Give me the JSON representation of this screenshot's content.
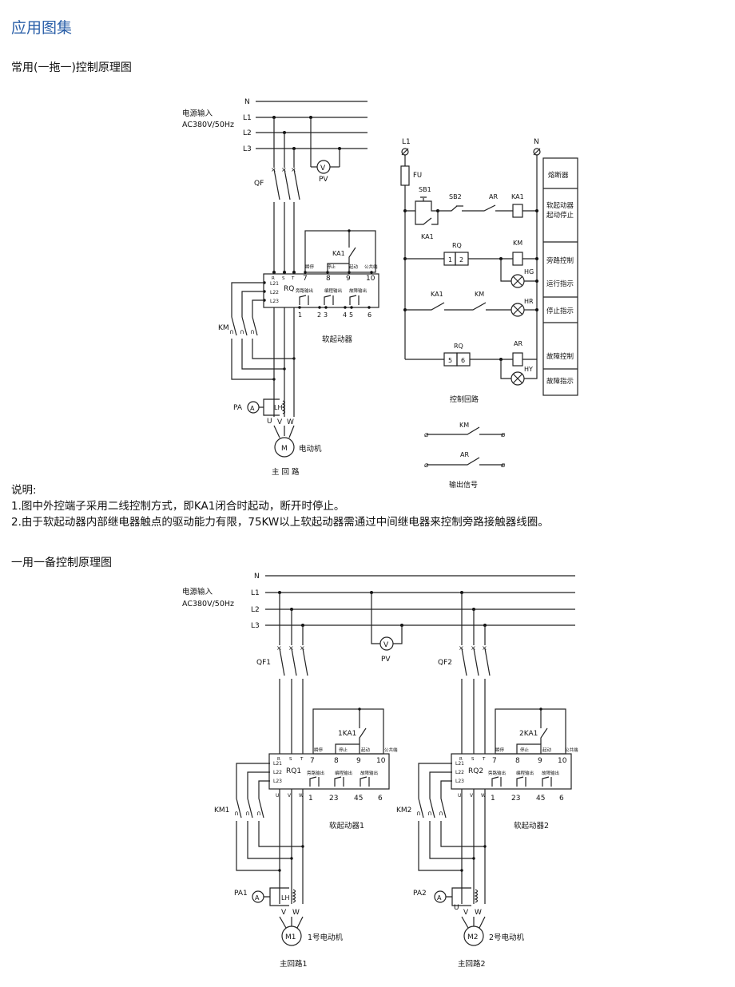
{
  "page": {
    "title": "应用图集",
    "section1_title": "常用(一拖一)控制原理图",
    "section2_title": "一用一备控制原理图"
  },
  "labels": {
    "power_input": "电源输入",
    "power_spec": "AC380V/50Hz",
    "N": "N",
    "L1": "L1",
    "L2": "L2",
    "L3": "L3",
    "QF": "QF",
    "QF1": "QF1",
    "QF2": "QF2",
    "V": "V",
    "PV": "PV",
    "RQ": "RQ",
    "RQ1": "RQ1",
    "RQ2": "RQ2",
    "R": "R",
    "S": "S",
    "T": "T",
    "L21": "L21",
    "L22": "L22",
    "L23": "L23",
    "U": "U",
    "W": "W",
    "stop_instant": "瞬停",
    "stop": "停止",
    "start": "起动",
    "common": "公共端",
    "bypass_out": "旁路输出",
    "prog_out": "编程输出",
    "fault_out": "故障输出",
    "t7": "7",
    "t8": "8",
    "t9": "9",
    "t10": "10",
    "t1": "1",
    "t2": "2",
    "t3": "3",
    "t4": "4",
    "t5": "5",
    "t6": "6",
    "t23": "23",
    "t45": "45",
    "KA1": "KA1",
    "1KA1": "1KA1",
    "2KA1": "2KA1",
    "KM": "KM",
    "KM1": "KM1",
    "KM2": "KM2",
    "PA": "PA",
    "PA1": "PA1",
    "PA2": "PA2",
    "A": "A",
    "LH": "LH",
    "M": "M",
    "M1": "M1",
    "M2": "M2",
    "motor": "电动机",
    "motor1": "1号电动机",
    "motor2": "2号电动机",
    "soft_starter": "软起动器",
    "soft_starter1": "软起动器1",
    "soft_starter2": "软起动器2",
    "main_circuit": "主 回 路",
    "main_circuit1": "主回路1",
    "main_circuit2": "主回路2",
    "FU": "FU",
    "SB1": "SB1",
    "SB2": "SB2",
    "AR": "AR",
    "HG": "HG",
    "HR": "HR",
    "HY": "HY",
    "control_circuit": "控制回路",
    "output_signal": "输出信号"
  },
  "legend_boxes": [
    "熔断器",
    "软起动器起动停止",
    "旁路控制",
    "运行指示",
    "停止指示",
    "故障控制",
    "故障指示"
  ],
  "notes": [
    "说明:",
    "1.图中外控端子采用二线控制方式，即KA1闭合时起动，断开时停止。",
    "2.由于软起动器内部继电器触点的驱动能力有限，75KW以上软起动器需通过中间继电器来控制旁路接触器线圈。"
  ]
}
